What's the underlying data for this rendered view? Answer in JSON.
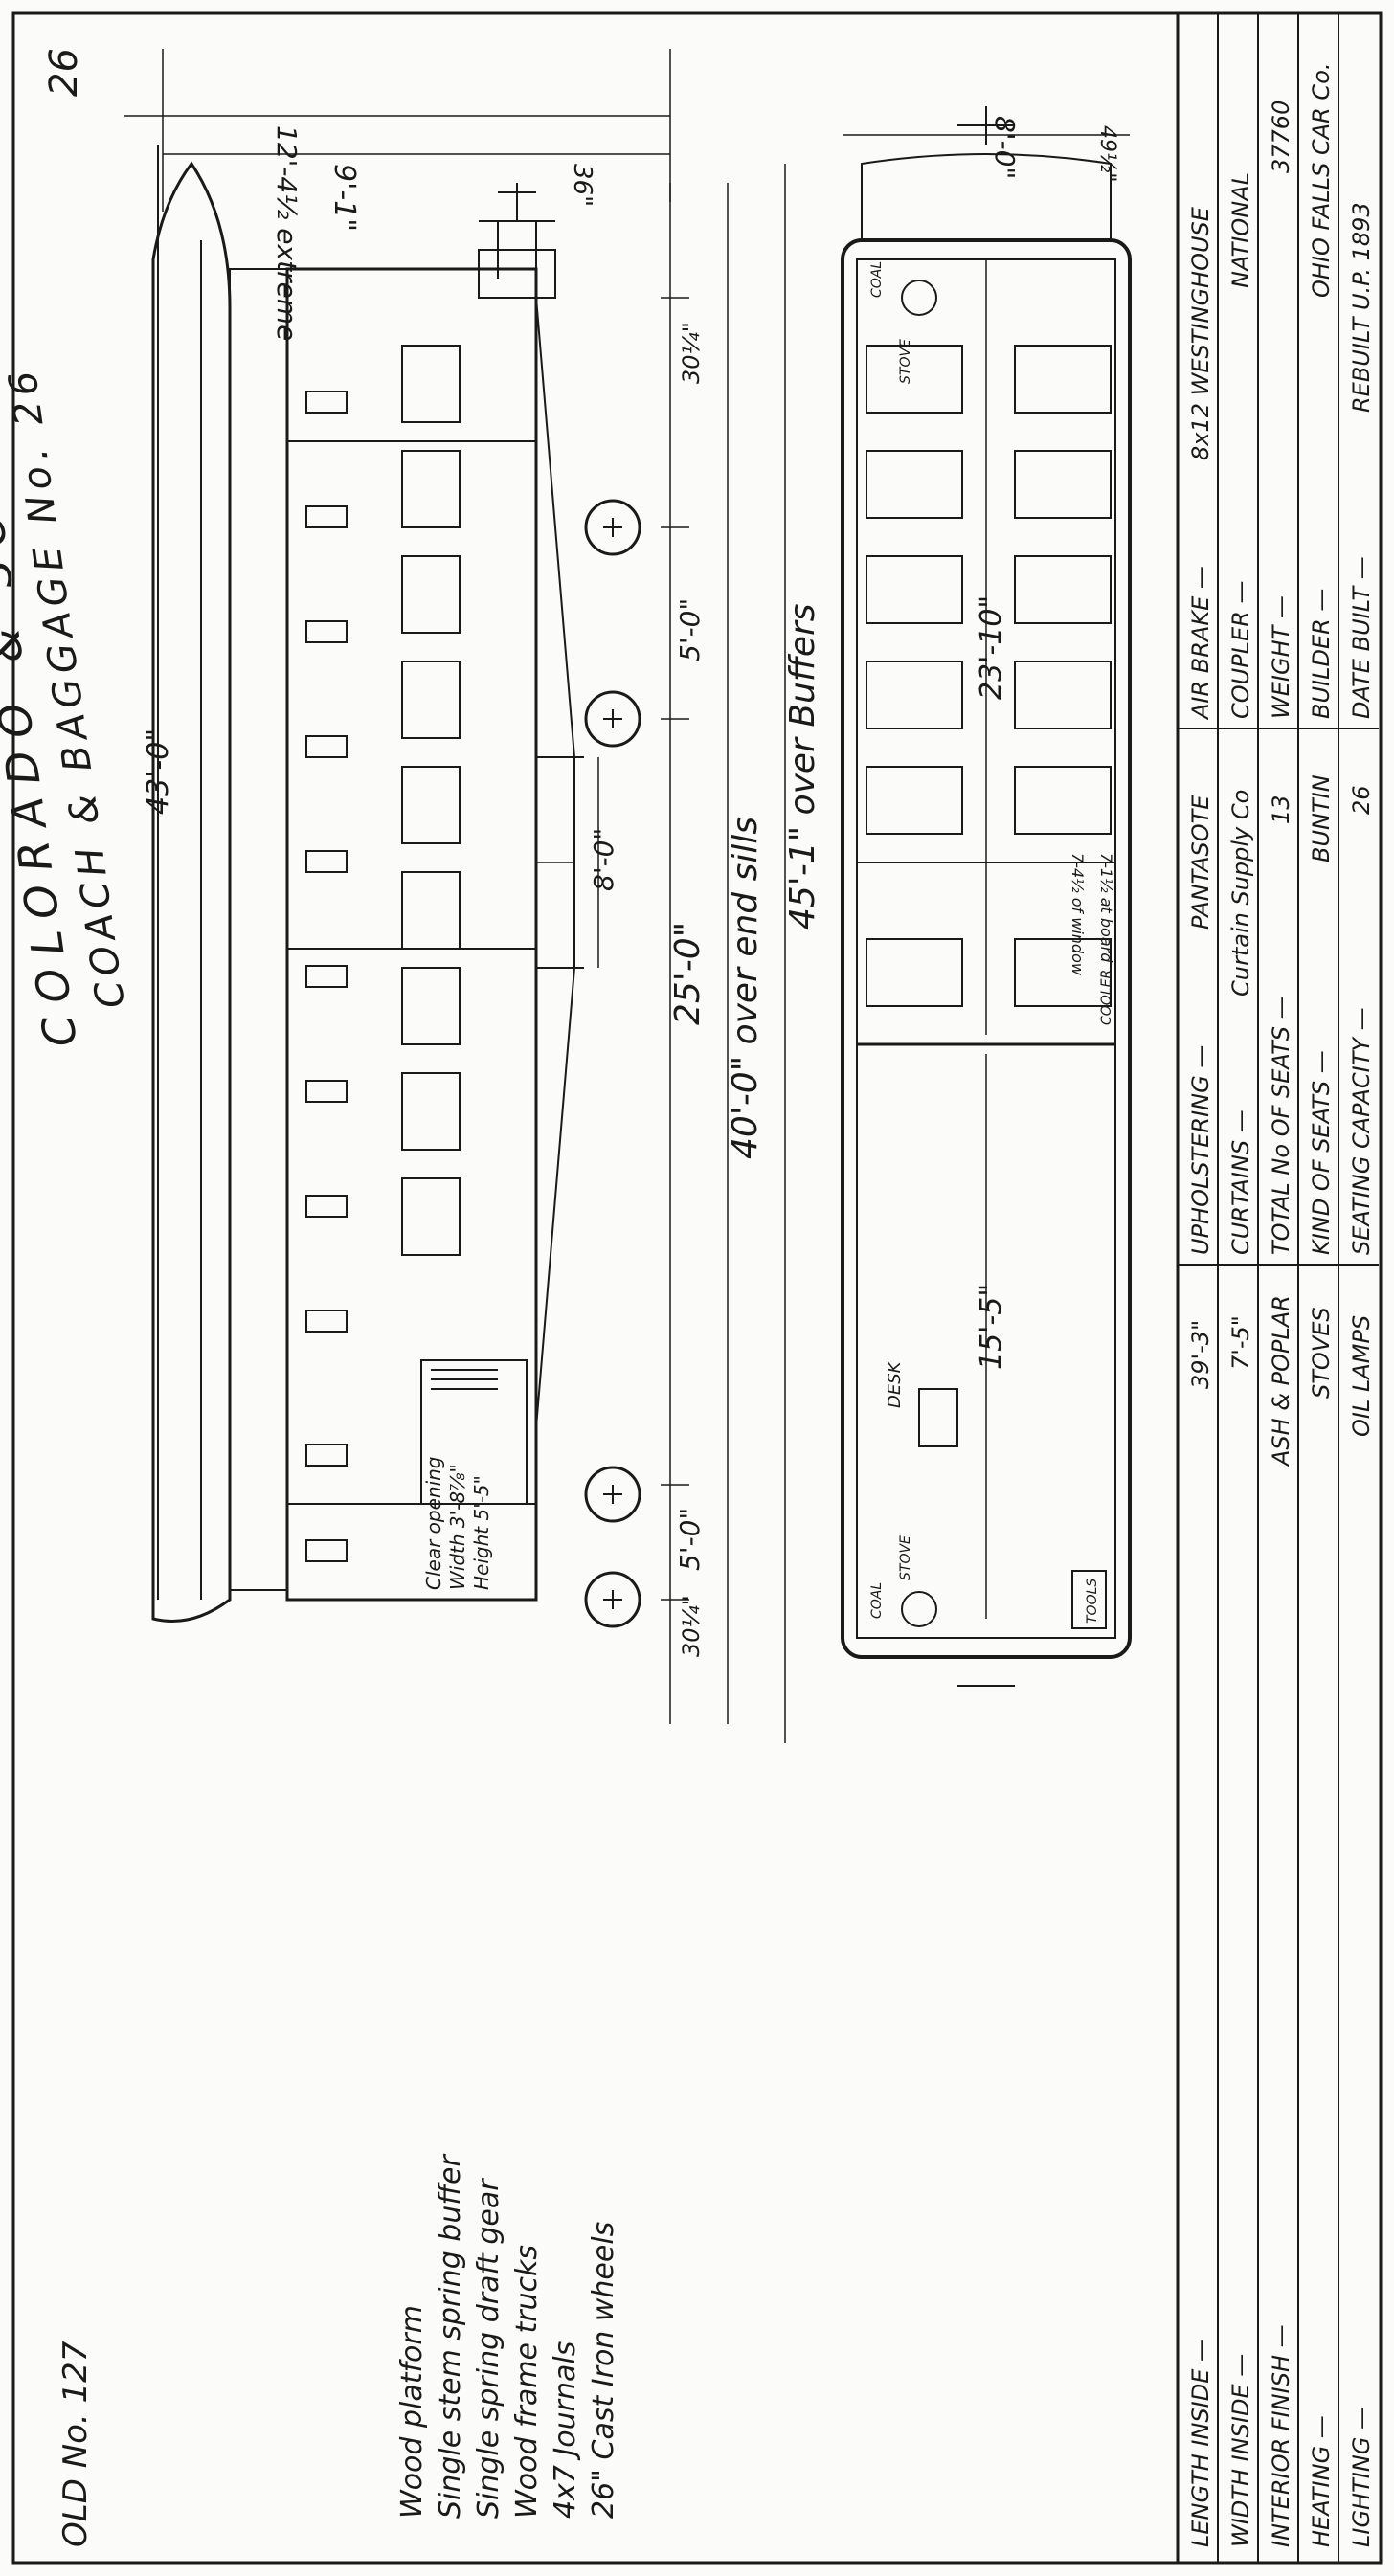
{
  "sheet": {
    "page_number": "26",
    "old_number": "OLD No. 127",
    "title_line1": "COLORADO & SOUTHERN",
    "title_line2": "COACH & BAGGAGE No. 26",
    "overall_length": "43'-0\""
  },
  "elevation_dims": {
    "extreme_height": "12'-4½ extreme",
    "body_height": "9'-1\"",
    "roof_to_rail": "36\"",
    "truck_wheelbase_left": "5'-0\"",
    "truck_wheelbase_right": "5'-0\"",
    "end_offset_left": "30¼\"",
    "end_offset_right": "30¼\"",
    "truck_centers": "25'-0\"",
    "over_end_sills": "40'-0\" over end sills",
    "over_buffers": "45'-1\" over Buffers",
    "queen_post_spacing": "8'-0\""
  },
  "door_note": {
    "line1": "Clear opening",
    "line2": "Width 3'-8⅞\"",
    "line3": "Height 5'-5\""
  },
  "plan_labels": {
    "width": "8'-0\"",
    "end_offset": "49½\"",
    "coach_length": "23'-10\"",
    "baggage_length": "15'-5\"",
    "mirror1": "7-4½ of window",
    "mirror2": "7-1½ at board",
    "coal_left": "COAL",
    "coal_right": "COAL",
    "stove_left": "STOVE",
    "stove_right": "STOVE",
    "cooler": "COOLER",
    "desk": "DESK",
    "tools": "TOOLS"
  },
  "construction_notes": [
    "Wood platform",
    "Single stem spring buffer",
    "Single spring draft gear",
    "Wood frame trucks",
    "4x7 Journals",
    "26\" Cast Iron wheels"
  ],
  "spec_table": {
    "rows": [
      [
        "LENGTH INSIDE —",
        "39'-3\"",
        "UPHOLSTERING —",
        "PANTASOTE",
        "AIR BRAKE —",
        "8x12 WESTINGHOUSE"
      ],
      [
        "WIDTH INSIDE —",
        "7'-5\"",
        "CURTAINS —",
        "Curtain Supply Co",
        "COUPLER —",
        "NATIONAL"
      ],
      [
        "INTERIOR FINISH —",
        "ASH & POPLAR",
        "TOTAL No OF SEATS —",
        "13",
        "WEIGHT —",
        "37760"
      ],
      [
        "HEATING —",
        "STOVES",
        "KIND OF SEATS —",
        "BUNTIN",
        "BUILDER —",
        "OHIO FALLS CAR Co."
      ],
      [
        "LIGHTING —",
        "OIL LAMPS",
        "SEATING CAPACITY —",
        "26",
        "DATE BUILT —",
        "REBUILT U.P. 1893"
      ]
    ]
  }
}
